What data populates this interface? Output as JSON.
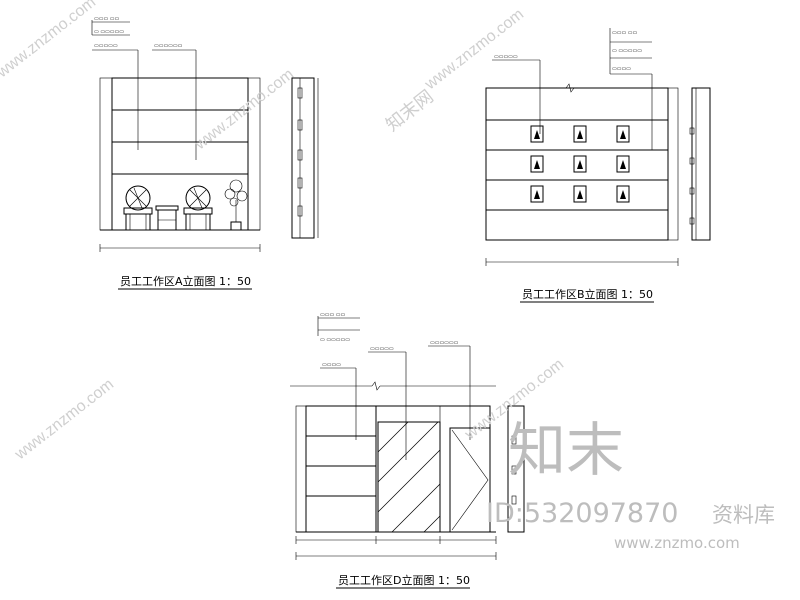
{
  "drawings": {
    "a": {
      "title": "员工工作区A立面图 1：50"
    },
    "b": {
      "title": "员工工作区B立面图 1：50"
    },
    "d": {
      "title": "员工工作区D立面图 1：50"
    }
  },
  "watermark": {
    "brand_cn": "知末",
    "id_line": "ID:532097870",
    "lib_label": "资料库",
    "url": "www.znzmo.com",
    "small_brand": "知末网"
  },
  "colors": {
    "line": "#000000",
    "watermark": "#bdbdbd"
  }
}
